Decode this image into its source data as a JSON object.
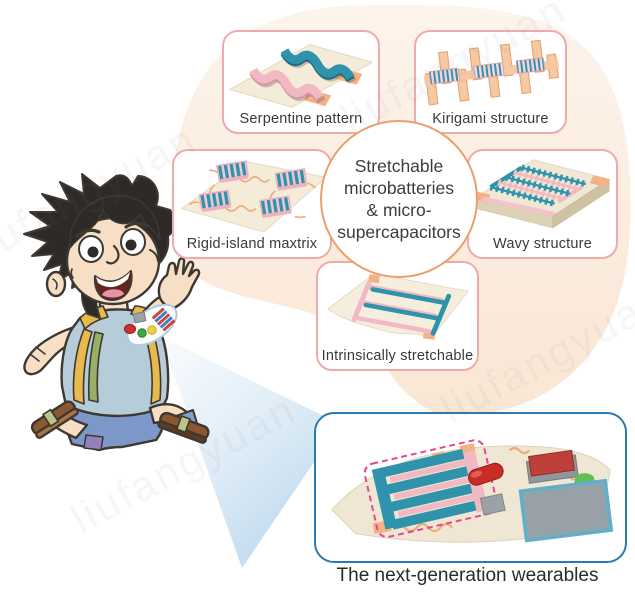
{
  "hub": {
    "lines": [
      "Stretchable",
      "microbatteries",
      "& micro-",
      "supercapacitors"
    ]
  },
  "panels": {
    "serpentine": {
      "label": "Serpentine pattern"
    },
    "kirigami": {
      "label": "Kirigami structure"
    },
    "rigid_island": {
      "label": "Rigid-island maxtrix"
    },
    "wavy": {
      "label": "Wavy structure"
    },
    "intrinsic": {
      "label": "Intrinsically stretchable"
    }
  },
  "outcome": {
    "label": "The next-generation wearables"
  },
  "watermark": {
    "text": "liufangyuan"
  },
  "colors": {
    "balloon_top": "#fdf4ec",
    "balloon_bottom": "#fae6d4",
    "panel_border": "#efabab",
    "hub_border": "#e9a06e",
    "outcome_border": "#2b79ad",
    "teal": "#2f93ab",
    "pink": "#f0b9c4",
    "pad_orange": "#f3b185",
    "substrate": "#f4ecd9",
    "beam": "#b5d4ec",
    "text": "#3a3a3a"
  }
}
